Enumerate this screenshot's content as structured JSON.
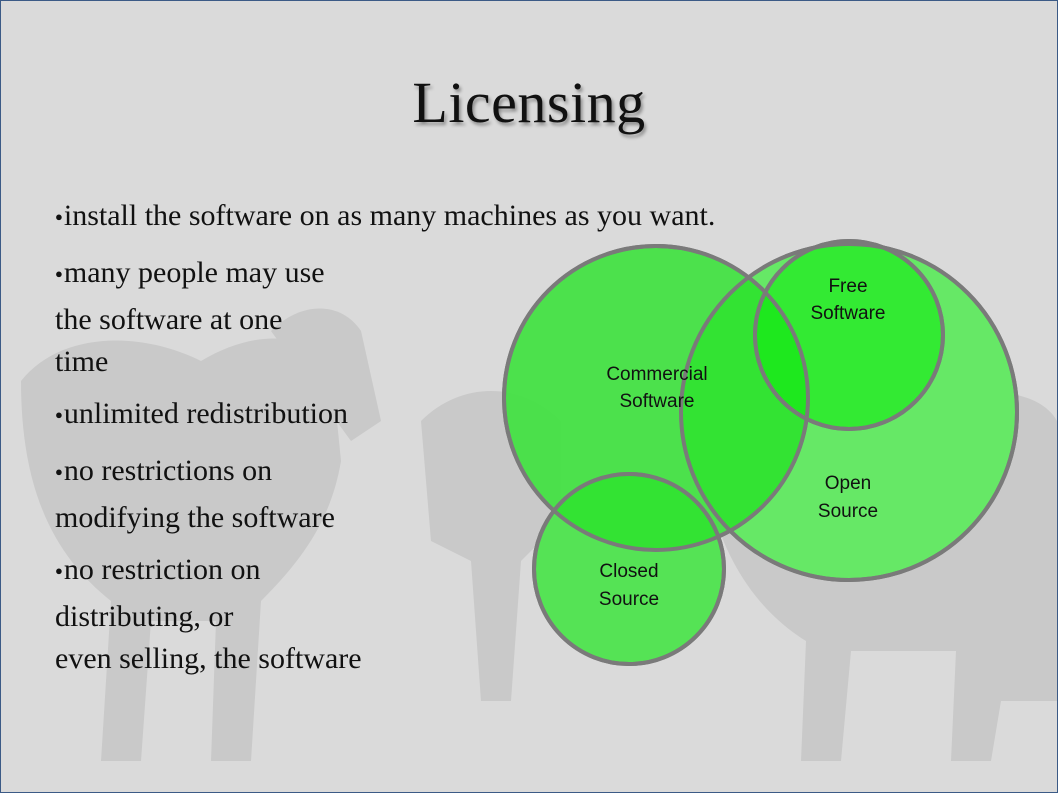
{
  "slide": {
    "title": "Licensing",
    "bullets": [
      {
        "lines": [
          "install the software on as many machines as you want."
        ]
      },
      {
        "lines": [
          "many people may use",
          "the software at one",
          "time"
        ]
      },
      {
        "lines": [
          "unlimited redistribution"
        ]
      },
      {
        "lines": [
          "no restrictions on",
          "modifying the software"
        ]
      },
      {
        "lines": [
          "no restriction on",
          "distributing, or",
          "even selling, the software"
        ]
      }
    ],
    "bullet_glyph": "●"
  },
  "venn": {
    "commercial": {
      "line1": "Commercial",
      "line2": "Software"
    },
    "free": {
      "line1": "Free",
      "line2": "Software"
    },
    "open": {
      "line1": "Open",
      "line2": "Source"
    },
    "closed": {
      "line1": "Closed",
      "line2": "Source"
    }
  },
  "colors": {
    "circle_fill": "#4ee44e",
    "overlap_fill": "#22e622",
    "circle_stroke": "#7a7a7a",
    "background": "#dadada",
    "border": "#3b5a86"
  }
}
